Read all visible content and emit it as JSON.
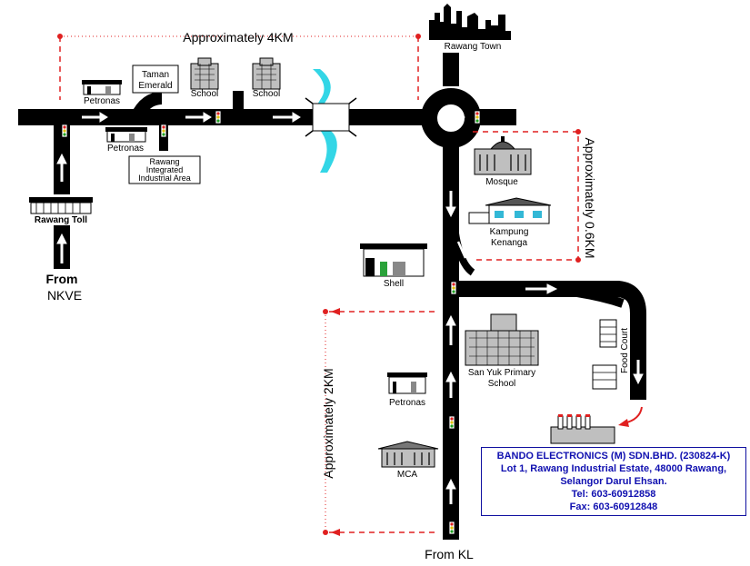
{
  "colors": {
    "road": "#000000",
    "arrow": "#ffffff",
    "distance_marker": "#e02020",
    "river": "#33d6e6",
    "info_text": "#1010b0"
  },
  "distances": {
    "top": "Approximately 4KM",
    "right": "Approximately 0.6KM",
    "left": "Approximately 2KM"
  },
  "places": {
    "rawang_town": "Rawang Town",
    "petronas_top": "Petronas",
    "petronas_lower": "Petronas",
    "taman_emerald_1": "Taman",
    "taman_emerald_2": "Emerald",
    "school_1": "School",
    "school_2": "School",
    "industrial_1": "Rawang",
    "industrial_2": "Integrated",
    "industrial_3": "Industrial Area",
    "rawang_toll": "Rawang Toll",
    "from_nkve_1": "From",
    "from_nkve_2": "NKVE",
    "mosque": "Mosque",
    "kampung_1": "Kampung",
    "kampung_2": "Kenanga",
    "shell": "Shell",
    "san_yuk_1": "San Yuk Primary",
    "san_yuk_2": "School",
    "food_court": "Food Court",
    "petronas_south": "Petronas",
    "mca": "MCA",
    "from_kl": "From KL"
  },
  "company": {
    "name": "BANDO ELECTRONICS (M) SDN.BHD. (230824-K)",
    "address_1": "Lot 1, Rawang Industrial Estate, 48000 Rawang,",
    "address_2": "Selangor Darul Ehsan.",
    "tel": "Tel: 603-60912858",
    "fax": "Fax: 603-60912848"
  },
  "icons": [
    "traffic-light-icon",
    "road-arrow-icon",
    "building-icon",
    "petrol-station-icon",
    "factory-icon",
    "skyline-icon"
  ]
}
